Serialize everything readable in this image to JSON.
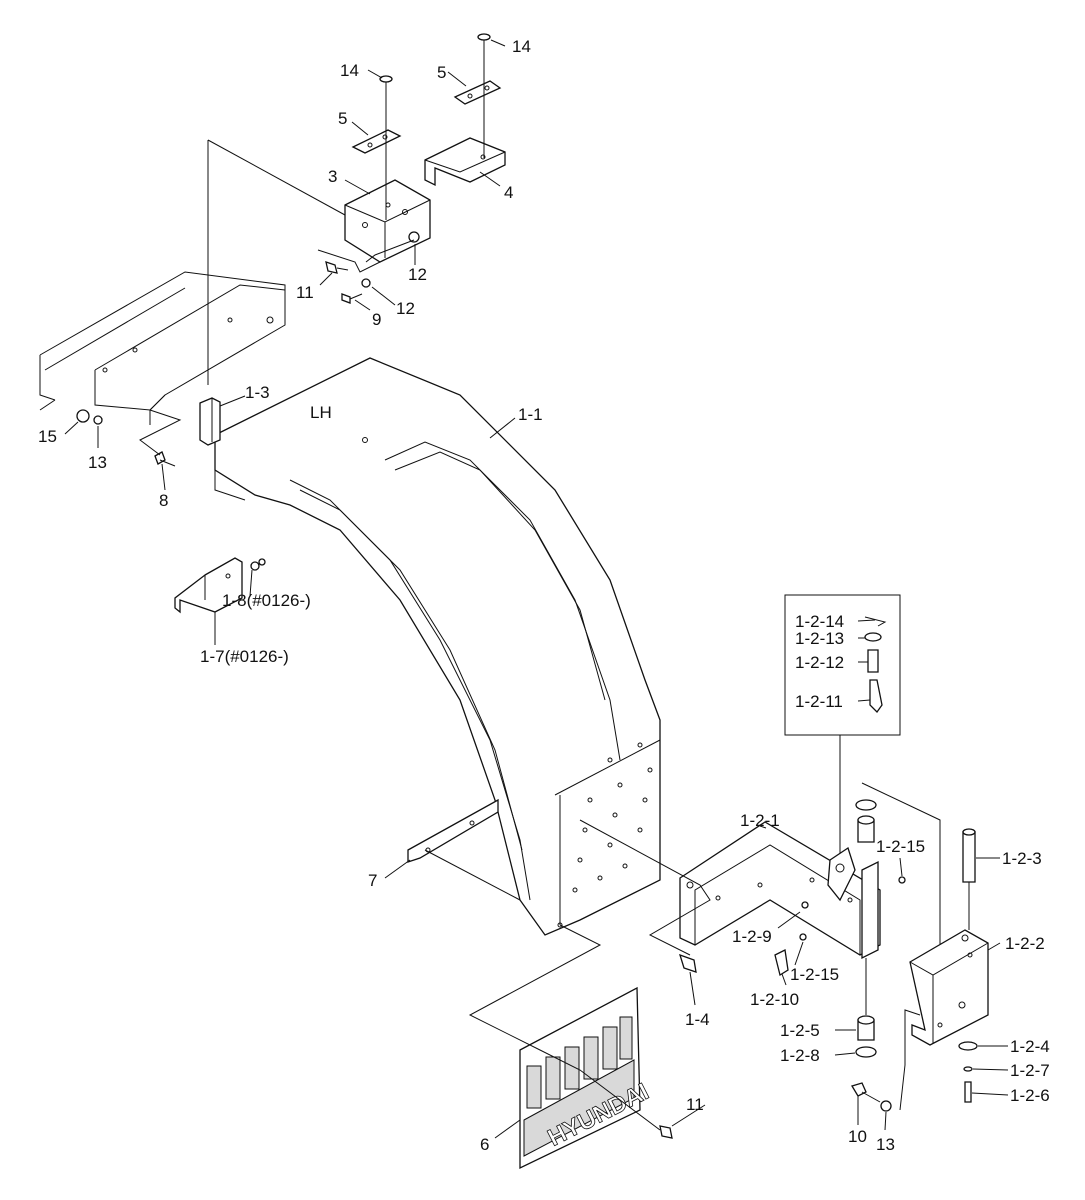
{
  "diagram": {
    "side_label": "LH",
    "parts": {
      "p1_1": "1-1",
      "p1_2_1": "1-2-1",
      "p1_2_2": "1-2-2",
      "p1_2_3": "1-2-3",
      "p1_2_4": "1-2-4",
      "p1_2_5": "1-2-5",
      "p1_2_6": "1-2-6",
      "p1_2_7": "1-2-7",
      "p1_2_8": "1-2-8",
      "p1_2_9": "1-2-9",
      "p1_2_10": "1-2-10",
      "p1_2_11": "1-2-11",
      "p1_2_12": "1-2-12",
      "p1_2_13": "1-2-13",
      "p1_2_14": "1-2-14",
      "p1_2_15a": "1-2-15",
      "p1_2_15b": "1-2-15",
      "p1_3": "1-3",
      "p1_4": "1-4",
      "p1_7": "1-7(#0126-)",
      "p1_8": "1-8(#0126-)",
      "p3": "3",
      "p4": "4",
      "p5a": "5",
      "p5b": "5",
      "p6": "6",
      "p7": "7",
      "p8": "8",
      "p9": "9",
      "p10": "10",
      "p11a": "11",
      "p11b": "11",
      "p12a": "12",
      "p12b": "12",
      "p13a": "13",
      "p13b": "13",
      "p14a": "14",
      "p14b": "14",
      "p15": "15"
    },
    "mudflap_brand": "HYUNDAI"
  }
}
